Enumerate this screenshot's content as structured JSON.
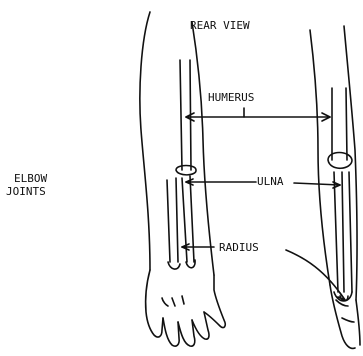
{
  "diagram": {
    "title": "REAR VIEW",
    "side_label_line1": "ELBOW",
    "side_label_line2": "JOINTS",
    "labels": {
      "humerus": "HUMERUS",
      "ulna": "ULNA",
      "radius": "RADIUS"
    },
    "colors": {
      "ink": "#111111",
      "background": "#ffffff"
    }
  }
}
